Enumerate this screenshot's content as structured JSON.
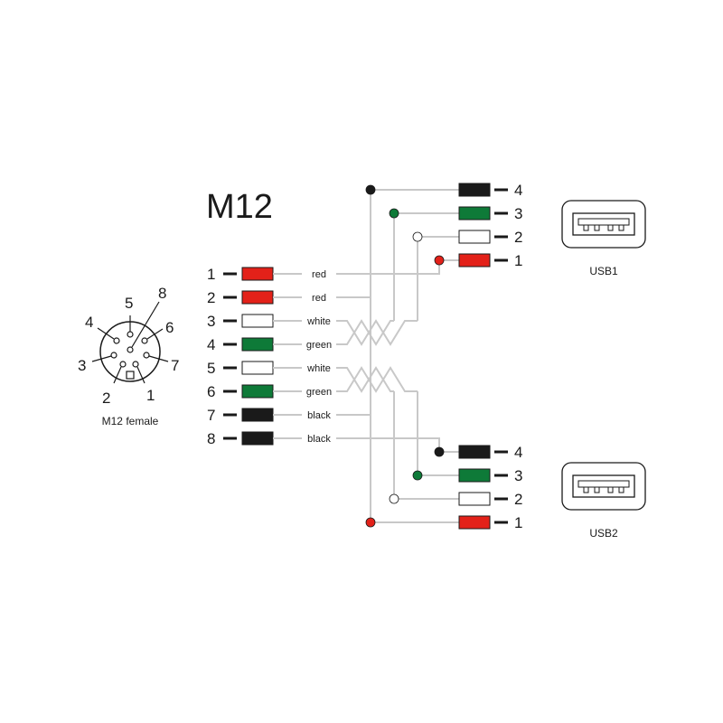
{
  "title": "M12",
  "connector_label": "M12 female",
  "usb1_label": "USB1",
  "usb2_label": "USB2",
  "colors": {
    "red": "#e32119",
    "green": "#0e7a38",
    "white": "#ffffff",
    "black": "#1a1a1a",
    "wire": "#c8c8c8"
  },
  "m12_face_pins": [
    "1",
    "2",
    "3",
    "4",
    "5",
    "6",
    "7",
    "8"
  ],
  "m12_pins": [
    {
      "num": "1",
      "color": "red",
      "label": "red"
    },
    {
      "num": "2",
      "color": "red",
      "label": "red"
    },
    {
      "num": "3",
      "color": "white",
      "label": "white"
    },
    {
      "num": "4",
      "color": "green",
      "label": "green"
    },
    {
      "num": "5",
      "color": "white",
      "label": "white"
    },
    {
      "num": "6",
      "color": "green",
      "label": "green"
    },
    {
      "num": "7",
      "color": "black",
      "label": "black"
    },
    {
      "num": "8",
      "color": "black",
      "label": "black"
    }
  ],
  "usb1_pins": [
    {
      "num": "4",
      "color": "black"
    },
    {
      "num": "3",
      "color": "green"
    },
    {
      "num": "2",
      "color": "white"
    },
    {
      "num": "1",
      "color": "red"
    }
  ],
  "usb2_pins": [
    {
      "num": "4",
      "color": "black"
    },
    {
      "num": "3",
      "color": "green"
    },
    {
      "num": "2",
      "color": "white"
    },
    {
      "num": "1",
      "color": "red"
    }
  ]
}
